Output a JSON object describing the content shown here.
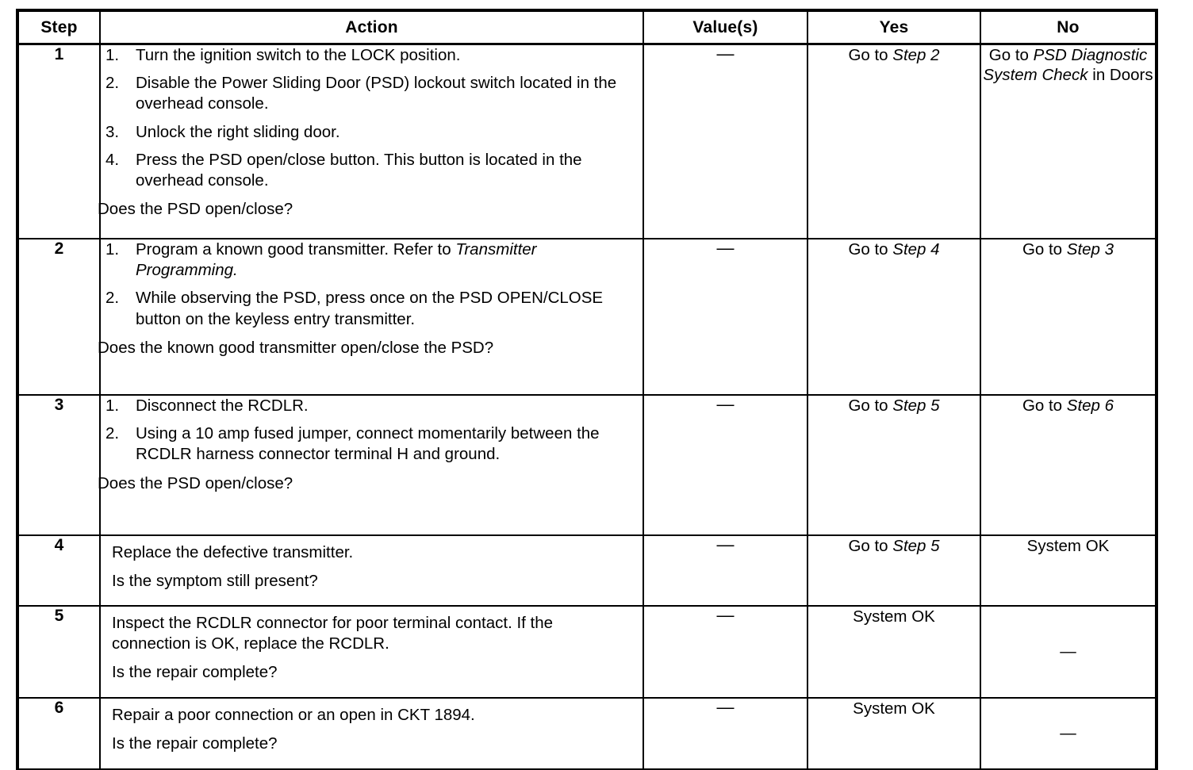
{
  "table": {
    "headers": {
      "step": "Step",
      "action": "Action",
      "values": "Value(s)",
      "yes": "Yes",
      "no": "No"
    },
    "dash": "—",
    "rows": [
      {
        "step": "1",
        "substeps": [
          {
            "num": "1.",
            "text": "Turn the ignition switch to the LOCK position."
          },
          {
            "num": "2.",
            "text": "Disable the Power Sliding Door (PSD) lockout switch located in the overhead console."
          },
          {
            "num": "3.",
            "text": "Unlock the right sliding door."
          },
          {
            "num": "4.",
            "text": "Press the PSD open/close button. This button is located in the overhead console."
          }
        ],
        "question": "Does the PSD open/close?",
        "value": "—",
        "yes": {
          "prefix": "Go to ",
          "italic": "Step 2",
          "suffix": ""
        },
        "no": {
          "prefix": "Go to ",
          "italic": "PSD Diagnostic System Check",
          "suffix": " in Doors"
        }
      },
      {
        "step": "2",
        "substeps": [
          {
            "num": "1.",
            "text": "Program a known good transmitter. Refer to ",
            "italic_tail": "Transmitter Programming."
          },
          {
            "num": "2.",
            "text": "While observing the PSD, press once on the PSD OPEN/CLOSE button on the keyless entry transmitter."
          }
        ],
        "question": "Does the known good transmitter open/close the PSD?",
        "value": "—",
        "yes": {
          "prefix": "Go to ",
          "italic": "Step 4",
          "suffix": ""
        },
        "no": {
          "prefix": "Go to ",
          "italic": "Step 3",
          "suffix": ""
        }
      },
      {
        "step": "3",
        "substeps": [
          {
            "num": "1.",
            "text": "Disconnect the RCDLR."
          },
          {
            "num": "2.",
            "text": "Using a 10 amp fused jumper, connect momentarily between the RCDLR harness connector terminal H and ground."
          }
        ],
        "question": "Does the PSD open/close?",
        "value": "—",
        "yes": {
          "prefix": "Go to ",
          "italic": "Step 5",
          "suffix": ""
        },
        "no": {
          "prefix": "Go to ",
          "italic": "Step 6",
          "suffix": ""
        }
      },
      {
        "step": "4",
        "lead": "Replace the defective transmitter.",
        "question": "Is the symptom still present?",
        "value": "—",
        "yes": {
          "prefix": "Go to ",
          "italic": "Step 5",
          "suffix": ""
        },
        "no": {
          "prefix": "System OK",
          "italic": "",
          "suffix": ""
        }
      },
      {
        "step": "5",
        "lead": "Inspect the RCDLR connector for poor terminal contact. If the connection is OK, replace the RCDLR.",
        "question": "Is the repair complete?",
        "value": "—",
        "yes": {
          "prefix": "System OK",
          "italic": "",
          "suffix": ""
        },
        "no": {
          "prefix": "—",
          "italic": "",
          "suffix": ""
        }
      },
      {
        "step": "6",
        "lead": "Repair a poor connection or an open in CKT 1894.",
        "question": "Is the repair complete?",
        "value": "—",
        "yes": {
          "prefix": "System OK",
          "italic": "",
          "suffix": ""
        },
        "no": {
          "prefix": "—",
          "italic": "",
          "suffix": ""
        }
      }
    ]
  }
}
